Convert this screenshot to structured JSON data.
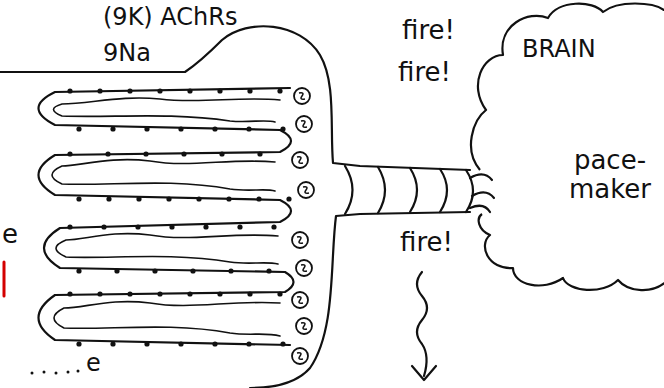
{
  "diagram": {
    "nodes": [
      {
        "text": [
          "BRAIN",
          "pace- maker"
        ]
      }
    ],
    "labels": [
      "(9K) AChRs",
      "9Na",
      "fire!",
      "fire!",
      "fire!",
      "e",
      "e"
    ]
  }
}
